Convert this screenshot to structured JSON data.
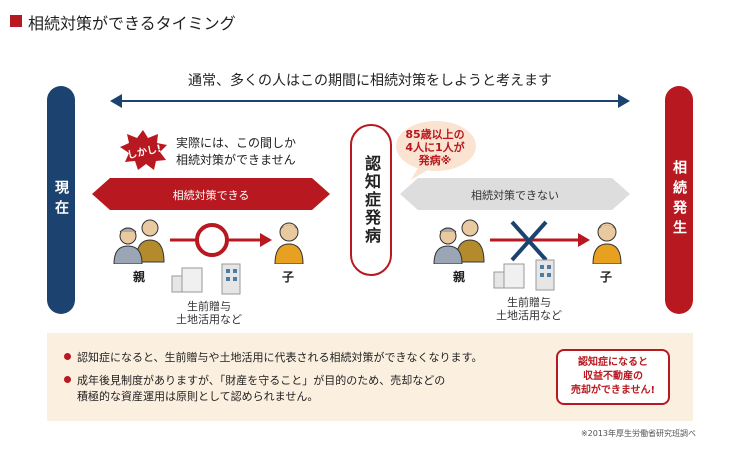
{
  "title": "相続対策ができるタイミング",
  "top_span": "通常、多くの人はこの期間に相続対策をしようと考えます",
  "now_label": "現在",
  "inherit_label": "相続発生",
  "dementia_label": "認知症発病",
  "left": {
    "badge": "しかし!",
    "note_lines": [
      "実際には、この間しか",
      "相続対策ができません"
    ],
    "bar_label": "相続対策できる",
    "parent": "親",
    "child": "子",
    "gift_lines": [
      "生前贈与",
      "土地活用など"
    ]
  },
  "right": {
    "bubble_lines": [
      "85歳以上の",
      "4人に1人が",
      "発病※"
    ],
    "bar_label": "相続対策できない",
    "parent": "親",
    "child": "子",
    "gift_lines": [
      "生前贈与",
      "土地活用など"
    ]
  },
  "bullets": [
    [
      "認知症になると、生前贈与や土地活用に代表される相続対策ができなくなります。"
    ],
    [
      "成年後見制度がありますが、「財産を守ること」が目的のため、売却などの",
      "積極的な資産運用は原則として認められません。"
    ]
  ],
  "callout_lines": [
    "認知症になると",
    "収益不動産の",
    "売却ができません!"
  ],
  "source": "※2013年厚生労働省研究班調べ",
  "colors": {
    "red": "#b8181f",
    "navy": "#1c4370",
    "gray_bar": "#dddddd",
    "bottom_bg": "#fbefe0"
  }
}
